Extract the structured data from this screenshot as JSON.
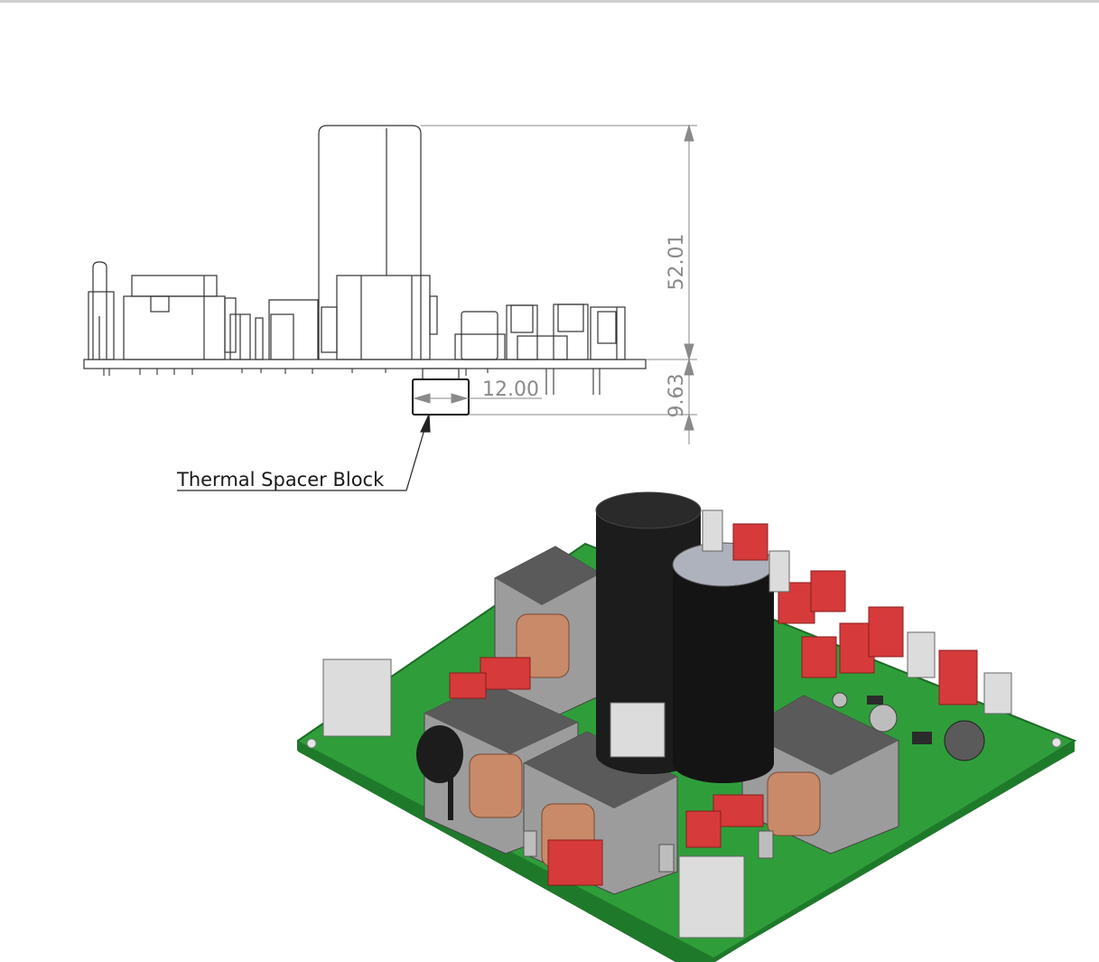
{
  "dimensions": {
    "overall_height": "52.01",
    "spacer_height": "9.63",
    "spacer_width": "12.00"
  },
  "callout": {
    "label": "Thermal Spacer Block"
  },
  "colors": {
    "pcb": "#2f9e3a",
    "capacitor": "#1c1c1c",
    "film_cap": "#d63a3a",
    "inductor_core": "#5a5a5a",
    "copper": "#c98a6a",
    "connector": "#dcdcdc",
    "dimension_line": "#8a8a8a"
  }
}
